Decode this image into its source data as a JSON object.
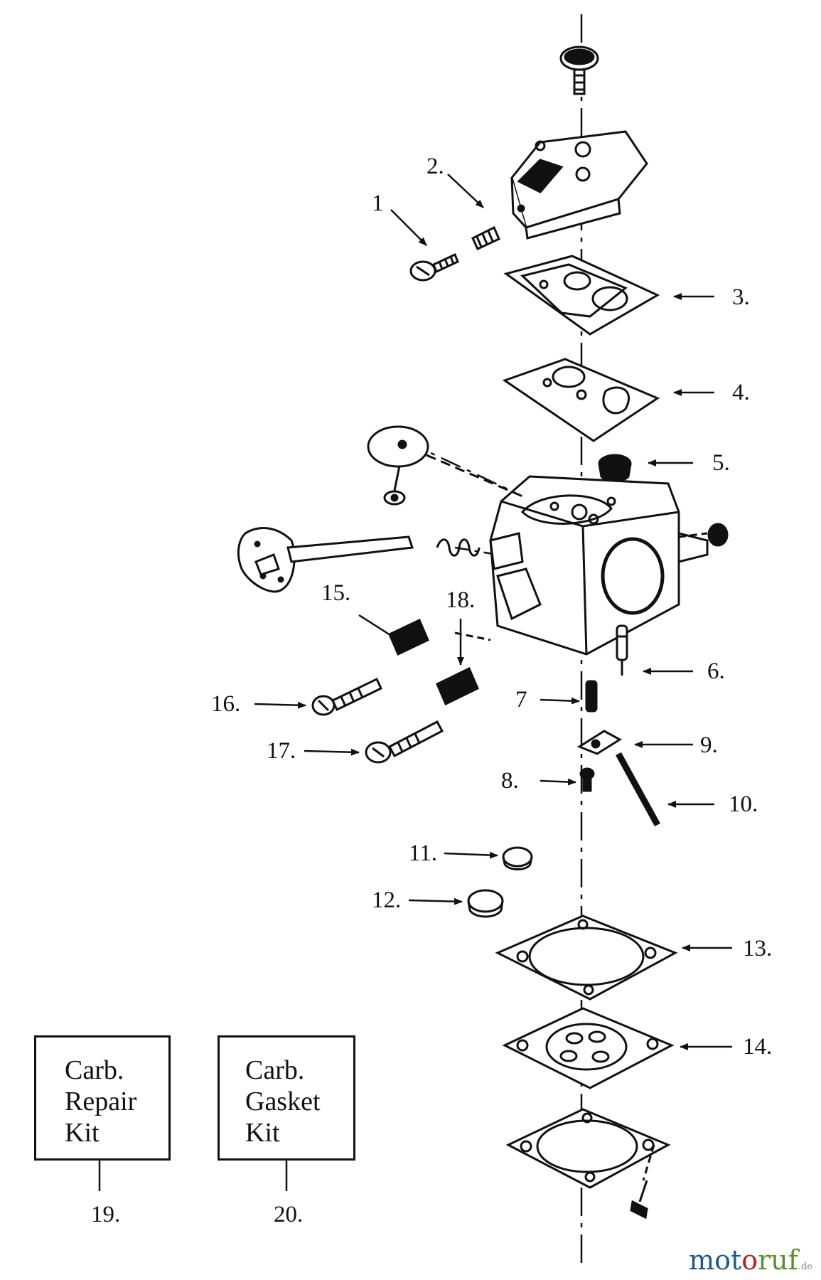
{
  "callouts": {
    "c1": "1",
    "c2": "2.",
    "c3": "3.",
    "c4": "4.",
    "c5": "5.",
    "c6": "6.",
    "c7": "7",
    "c8": "8.",
    "c9": "9.",
    "c10": "10.",
    "c11": "11.",
    "c12": "12.",
    "c13": "13.",
    "c14": "14.",
    "c15": "15.",
    "c16": "16.",
    "c17": "17.",
    "c18": "18.",
    "c19": "19.",
    "c20": "20."
  },
  "kits": {
    "repair": {
      "line1": "Carb.",
      "line2": "Repair",
      "line3": "Kit"
    },
    "gasket": {
      "line1": "Carb.",
      "line2": "Gasket",
      "line3": "Kit"
    }
  },
  "watermark": {
    "part1": "mot",
    "part2": "o",
    "part3": "ruf",
    "suffix": ".de",
    "colors": {
      "blue": "#1c5a8a",
      "red": "#b22222",
      "green": "#5a8f2a"
    }
  }
}
